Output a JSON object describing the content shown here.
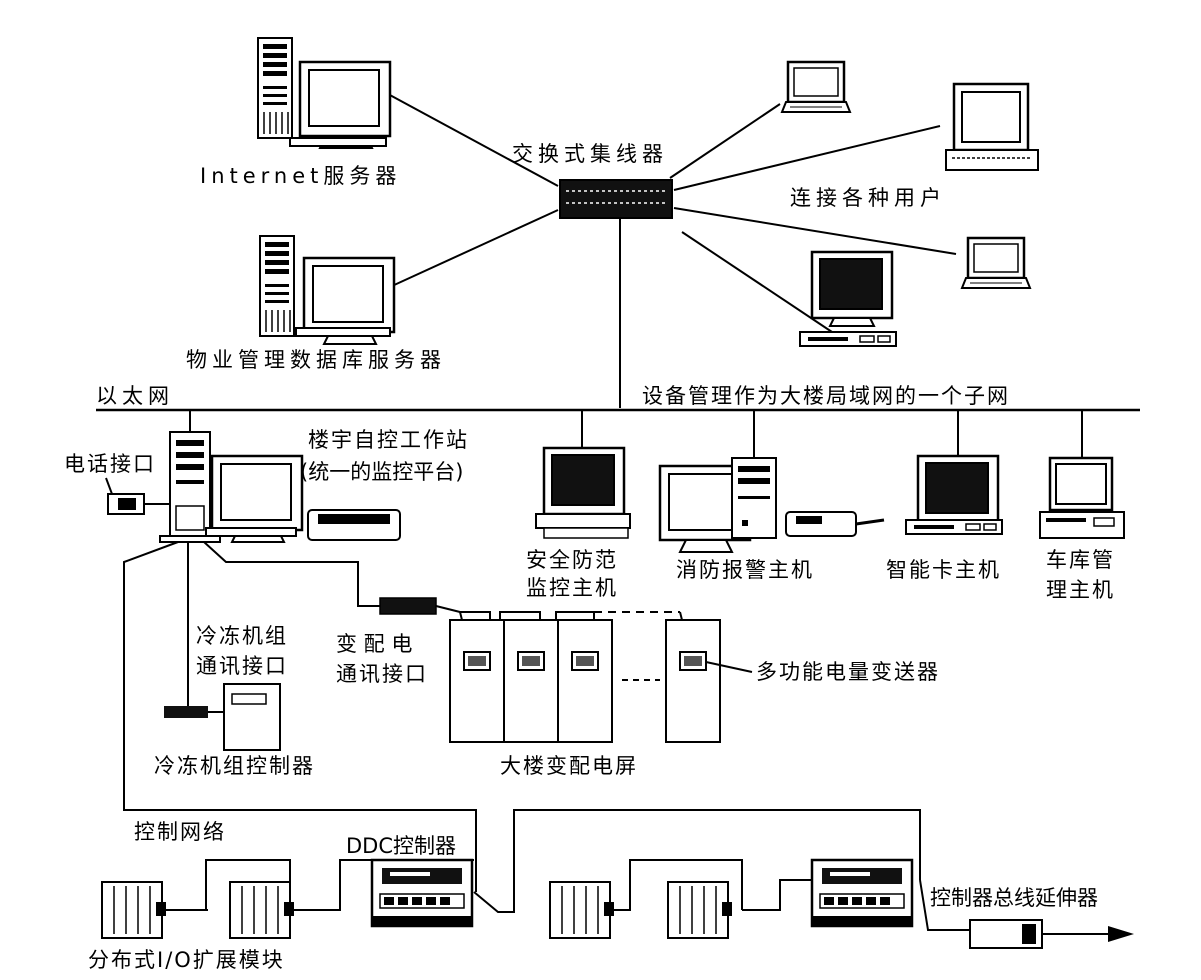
{
  "labels": {
    "internet_server": "Internet服务器",
    "switch_hub": "交换式集线器",
    "connect_users": "连接各种用户",
    "property_db_server": "物业管理数据库服务器",
    "ethernet": "以太网",
    "subnet_note": "设备管理作为大楼局域网的一个子网",
    "workstation_line1": "楼宇自控工作站",
    "workstation_line2": "(统一的监控平台)",
    "phone_interface": "电话接口",
    "security_host_line1": "安全防范",
    "security_host_line2": "监控主机",
    "fire_alarm_host": "消防报警主机",
    "smart_card_host": "智能卡主机",
    "garage_host_line1": "车库管",
    "garage_host_line2": "理主机",
    "chiller_comm_line1": "冷冻机组",
    "chiller_comm_line2": "通讯接口",
    "power_comm_line1": "变 配 电",
    "power_comm_line2": "通讯接口",
    "meter_transmitter": "多功能电量变送器",
    "chiller_controller": "冷冻机组控制器",
    "power_panel": "大楼变配电屏",
    "control_network": "控制网络",
    "ddc_controller": "DDC控制器",
    "bus_extender": "控制器总线延伸器",
    "io_module": "分布式I/O扩展模块"
  },
  "colors": {
    "line": "#000000",
    "screen": "#111111",
    "background": "#ffffff"
  }
}
